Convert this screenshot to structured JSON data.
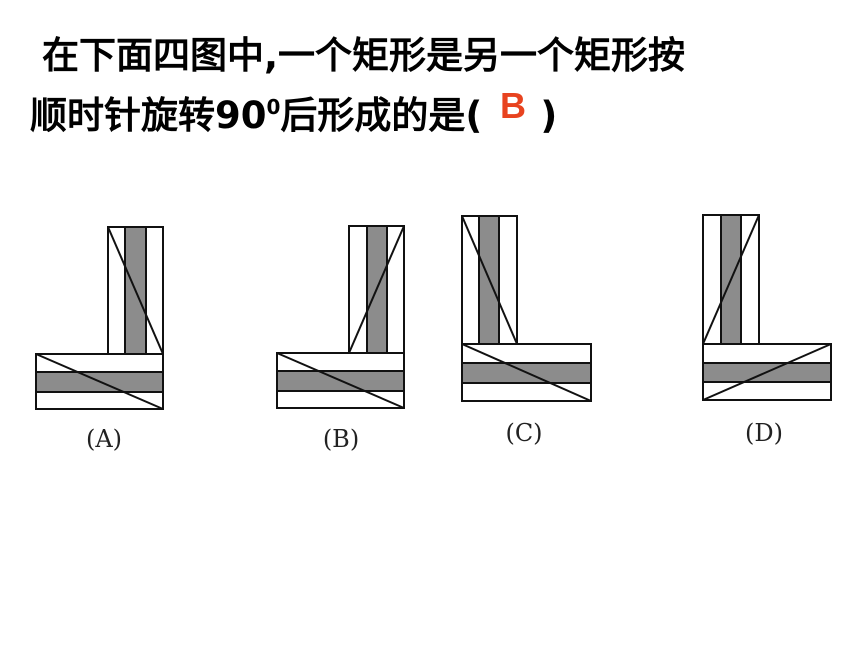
{
  "question": {
    "line1": "在下面四图中,一个矩形是另一个矩形按",
    "line2_before": "顺时针旋转",
    "degree_number": "90",
    "degree_sup": "0",
    "line2_after": "后形成的是(",
    "answer": "B",
    "close_paren": ")"
  },
  "options": {
    "a": "(A)",
    "b": "(B)",
    "c": "(C)",
    "d": "(D)"
  },
  "colors": {
    "text": "#000000",
    "answer_fill": "#e8431f",
    "stripe": "#8c8c8c",
    "outline": "#111111"
  }
}
